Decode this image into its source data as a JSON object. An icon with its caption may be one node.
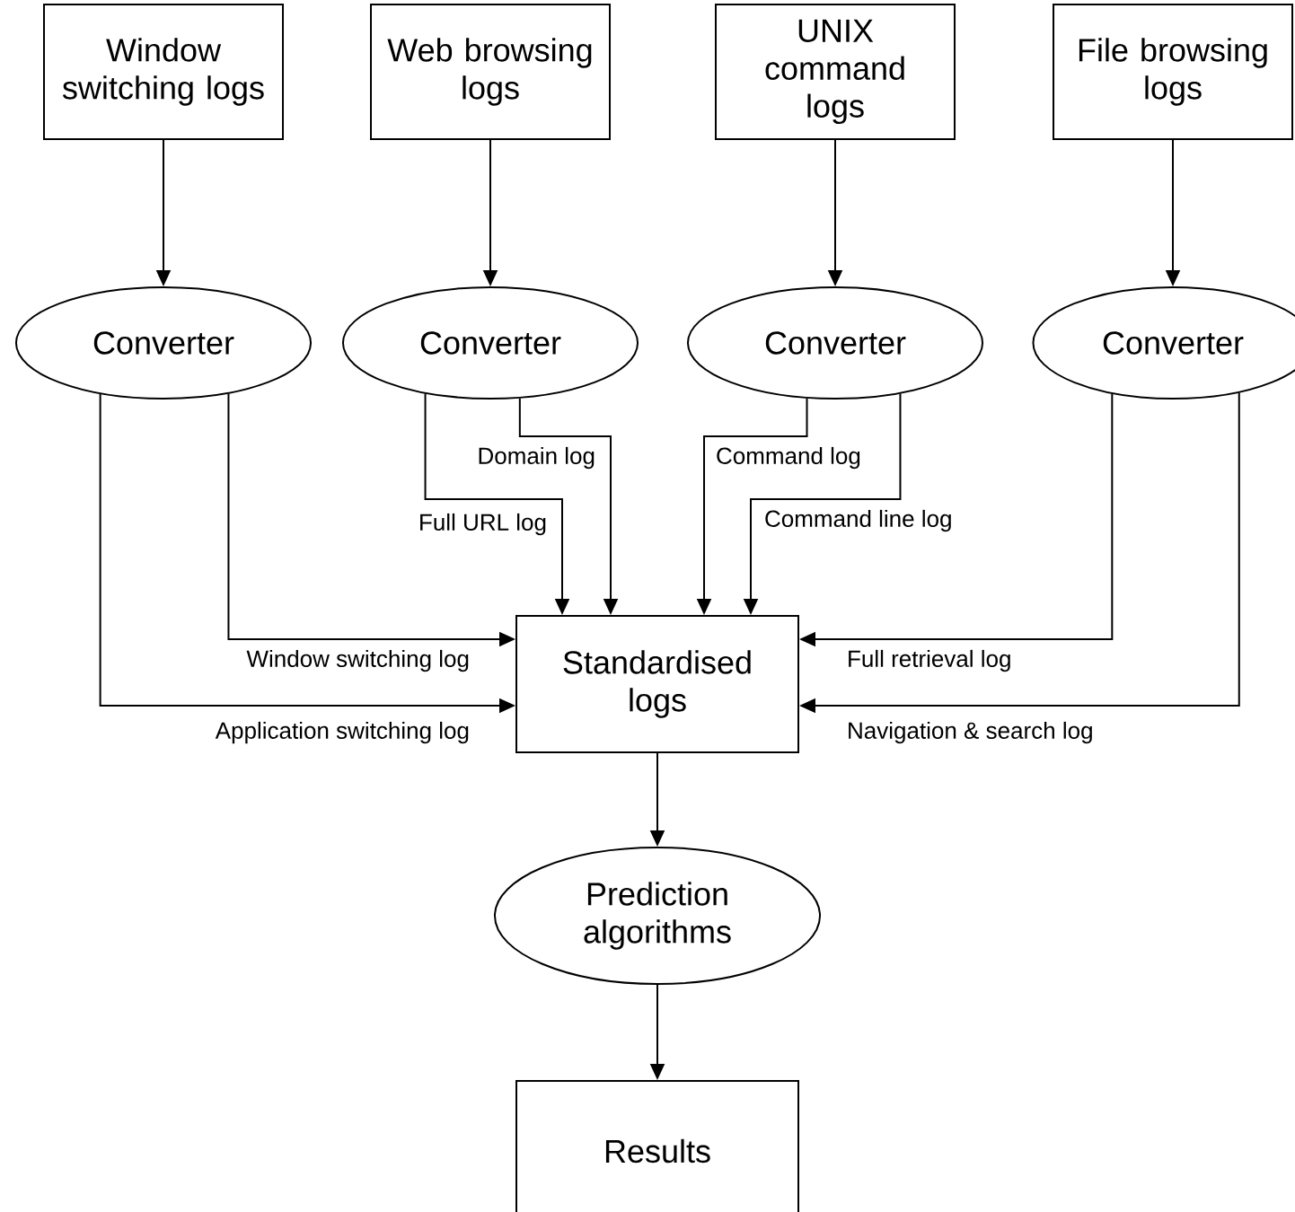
{
  "diagram": {
    "nodes": [
      {
        "text": [
          "Window switching logs"
        ]
      },
      {
        "text": [
          "Web browsing logs"
        ]
      },
      {
        "text": [
          "UNIX command logs"
        ]
      },
      {
        "text": [
          "File browsing logs"
        ]
      },
      {
        "text": [
          "Converter"
        ]
      },
      {
        "text": [
          "Converter"
        ]
      },
      {
        "text": [
          "Converter"
        ]
      },
      {
        "text": [
          "Converter"
        ]
      },
      {
        "text": [
          "Standardised logs"
        ]
      },
      {
        "text": [
          "Prediction algorithms"
        ]
      },
      {
        "text": [
          "Results"
        ]
      }
    ],
    "edges": [
      {
        "from": 0,
        "to": 4,
        "arrow": "to"
      },
      {
        "from": 1,
        "to": 5,
        "arrow": "to"
      },
      {
        "from": 2,
        "to": 6,
        "arrow": "to"
      },
      {
        "from": 3,
        "to": 7,
        "arrow": "to"
      },
      {
        "from": 4,
        "to": 8,
        "arrow": "to",
        "label": "Window switching log"
      },
      {
        "from": 4,
        "to": 8,
        "arrow": "to",
        "label": "Application switching log"
      },
      {
        "from": 5,
        "to": 8,
        "arrow": "to",
        "label": "Full URL log"
      },
      {
        "from": 5,
        "to": 8,
        "arrow": "to",
        "label": "Domain log"
      },
      {
        "from": 6,
        "to": 8,
        "arrow": "to",
        "label": "Command log"
      },
      {
        "from": 6,
        "to": 8,
        "arrow": "to",
        "label": "Command line log"
      },
      {
        "from": 7,
        "to": 8,
        "arrow": "to",
        "label": "Full retrieval log"
      },
      {
        "from": 7,
        "to": 8,
        "arrow": "to",
        "label": "Navigation & search log"
      },
      {
        "from": 8,
        "to": 9,
        "arrow": "to"
      },
      {
        "from": 9,
        "to": 10,
        "arrow": "to"
      }
    ]
  }
}
